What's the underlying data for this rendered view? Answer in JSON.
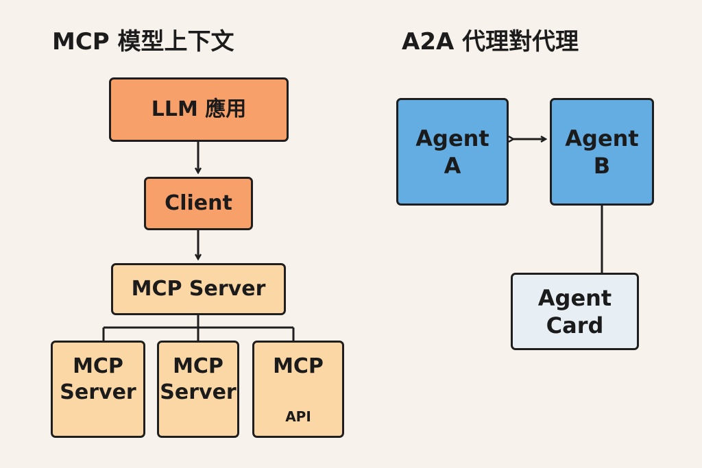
{
  "mcp": {
    "title": "MCP  模型上下文",
    "llm_app": "LLM 應用",
    "client": "Client",
    "server": "MCP Server",
    "children": [
      {
        "line1": "MCP",
        "line2": "Server"
      },
      {
        "line1": "MCP",
        "line2": "Server"
      },
      {
        "line1": "MCP",
        "line2": "API"
      }
    ]
  },
  "a2a": {
    "title": "A2A  代理對代理",
    "agent_a": {
      "line1": "Agent",
      "line2": "A"
    },
    "agent_b": {
      "line1": "Agent",
      "line2": "B"
    },
    "agent_card": {
      "line1": "Agent",
      "line2": "Card"
    }
  },
  "colors": {
    "background": "#f8f2ec",
    "orange": "#f7a06a",
    "peach": "#fbd7a5",
    "blue": "#63ade3",
    "pale": "#e8eff4"
  }
}
